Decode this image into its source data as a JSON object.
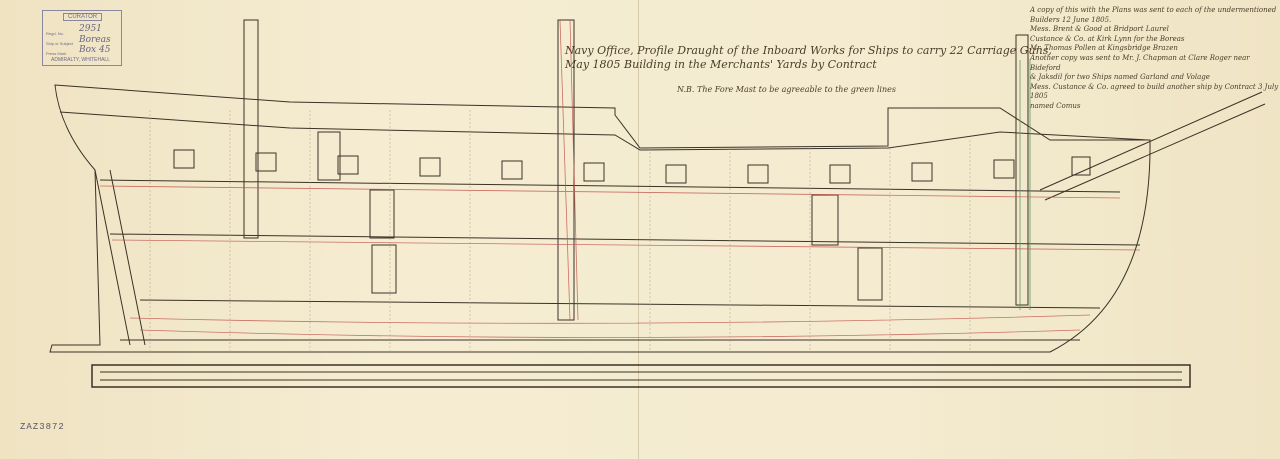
{
  "stamp": {
    "header": "CURATOR",
    "reg_label": "Regd. No.",
    "reg_value": "2951",
    "ship_label": "Ship or Subject",
    "ship_value": "Boreas",
    "press_label": "Press Mark",
    "press_value": "Box 45",
    "footer": "ADMIRALTY, WHITEHALL"
  },
  "title": {
    "line1": "Navy Office,   Profile Draught of the Inboard Works for Ships to carry 22 Carriage Guns,",
    "line2": "May 1805        Building in the Merchants' Yards by Contract",
    "note": "N.B. The Fore Mast to be agreeable to the green lines"
  },
  "annotation": [
    "A copy of this with the Plans was sent to each of the undermentioned",
    "Builders 12 June 1805.",
    "Mess. Brent & Good at Bridport         Laurel",
    "Custance & Co. at Kirk Lynn      for the   Boreas",
    "Mr. Thomas Pollen at Kingsbridge            Brazen",
    "Another copy was sent to Mr. J. Chapman at Clare Roger near Bideford",
    "& Jaksdil for two Ships named Garland and Volage",
    "Mess. Custance & Co. agreed to build another ship by Contract 3 July 1805",
    "named Comus"
  ],
  "reference": "ZAZ3872",
  "colors": {
    "ink": "#3a3226",
    "red": "#c0504a",
    "green": "#5a9a6a",
    "paper": "#f3e9cc"
  }
}
